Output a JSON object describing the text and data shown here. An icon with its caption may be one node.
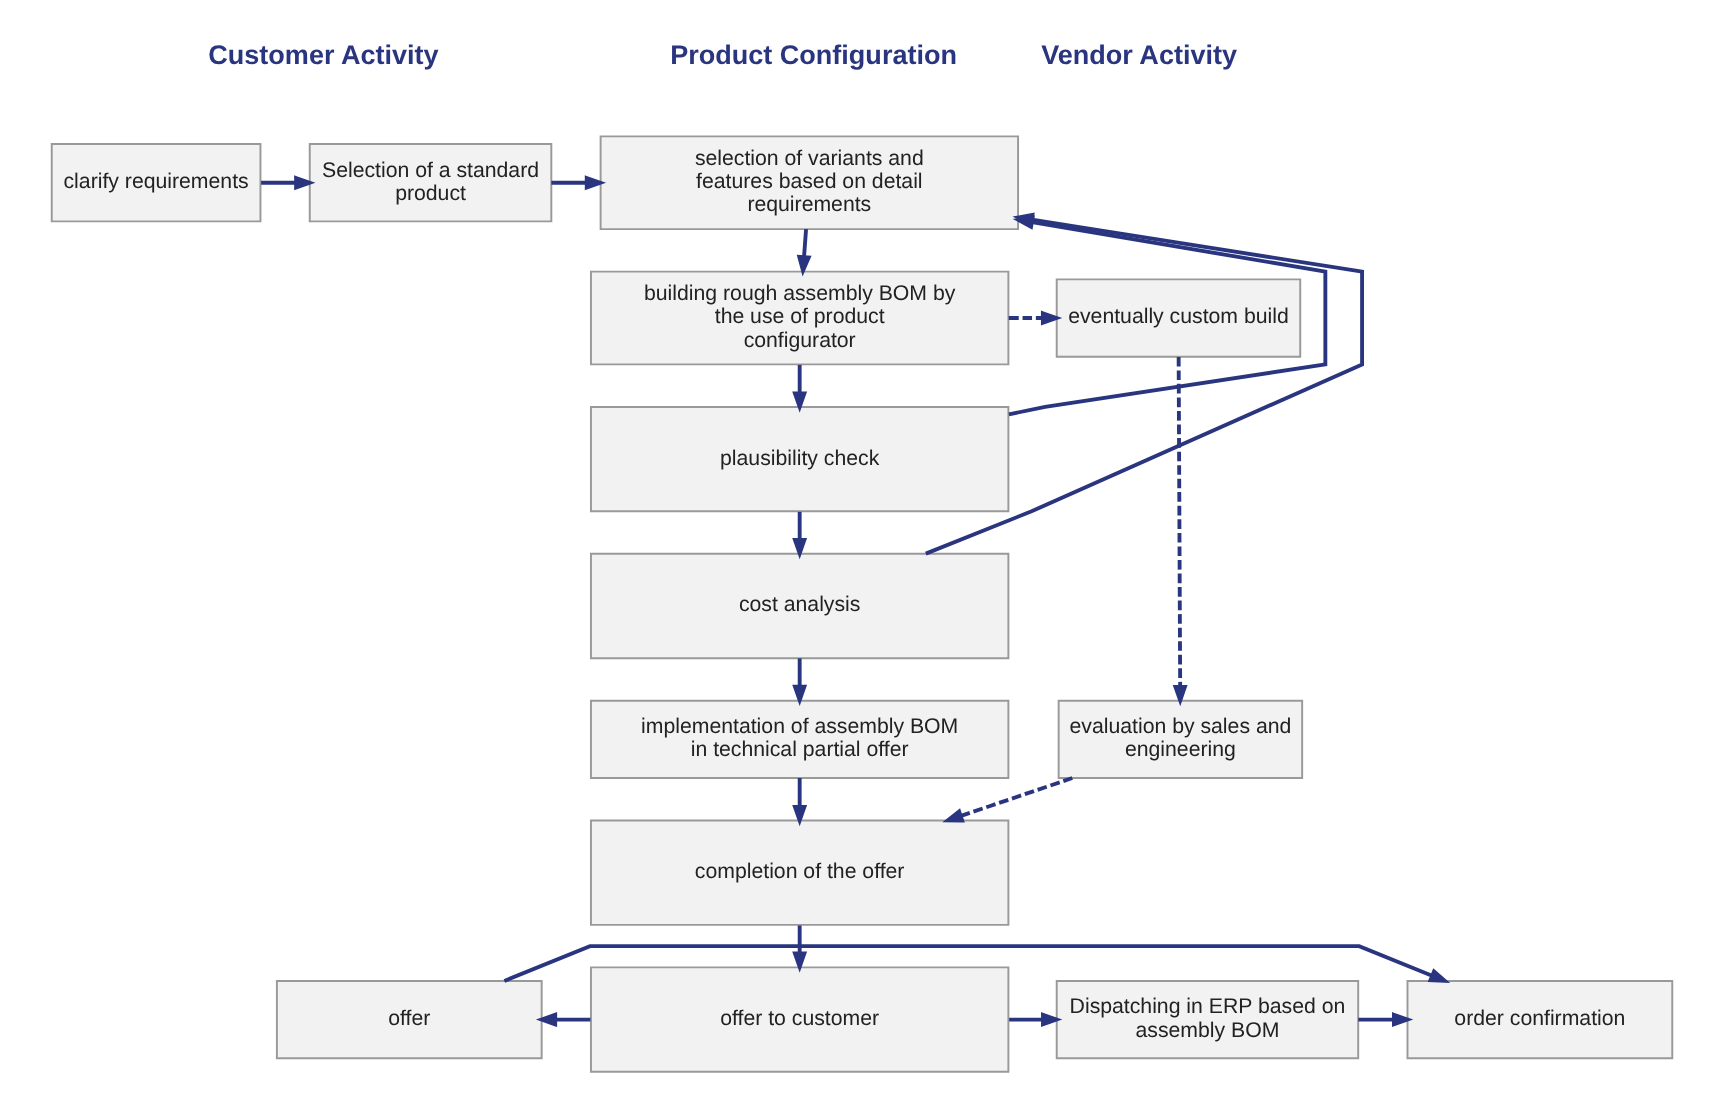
{
  "diagram": {
    "nodes": [
      {
        "text": [
          "clarify requirements"
        ]
      },
      {
        "text": [
          "Selection of a standard product"
        ]
      },
      {
        "text": [
          "selection of variants and features based on detail requirements"
        ]
      },
      {
        "text": [
          "building rough assembly BOM by the use of product configurator"
        ]
      },
      {
        "text": [
          "plausibility check"
        ]
      },
      {
        "text": [
          "cost analysis"
        ]
      },
      {
        "text": [
          "implementation of assembly BOM in technical partial offer"
        ]
      },
      {
        "text": [
          "completion of the offer"
        ]
      },
      {
        "text": [
          "offer to customer"
        ]
      },
      {
        "text": [
          "offer"
        ]
      },
      {
        "text": [
          "Dispatching in ERP based on assembly BOM"
        ]
      },
      {
        "text": [
          "order confirmation"
        ]
      },
      {
        "text": [
          "eventually custom build"
        ]
      },
      {
        "text": [
          "evaluation by sales and engineering"
        ]
      }
    ],
    "edges": [
      {
        "from": 0,
        "to": 1,
        "arrow": "to"
      },
      {
        "from": 1,
        "to": 2,
        "arrow": "to"
      },
      {
        "from": 2,
        "to": 3,
        "arrow": "to"
      },
      {
        "from": 3,
        "to": 4,
        "arrow": "to"
      },
      {
        "from": 4,
        "to": 5,
        "arrow": "to"
      },
      {
        "from": 5,
        "to": 6,
        "arrow": "to"
      },
      {
        "from": 6,
        "to": 7,
        "arrow": "to"
      },
      {
        "from": 7,
        "to": 8,
        "arrow": "to"
      },
      {
        "from": 8,
        "to": 9,
        "arrow": "to"
      },
      {
        "from": 8,
        "to": 10,
        "arrow": "to"
      },
      {
        "from": 10,
        "to": 11,
        "arrow": "to"
      },
      {
        "from": 9,
        "to": 11,
        "arrow": "to"
      },
      {
        "from": 4,
        "to": 2,
        "arrow": "to"
      },
      {
        "from": 5,
        "to": 2,
        "arrow": "to"
      },
      {
        "from": 3,
        "to": 12,
        "arrow": "to",
        "style": "dashed"
      },
      {
        "from": 12,
        "to": 13,
        "arrow": "to",
        "style": "dashed"
      },
      {
        "from": 13,
        "to": 7,
        "arrow": "to",
        "style": "dashed"
      }
    ],
    "labels": [
      "Customer Activity",
      "Product Configuration",
      "Vendor Activity"
    ]
  }
}
